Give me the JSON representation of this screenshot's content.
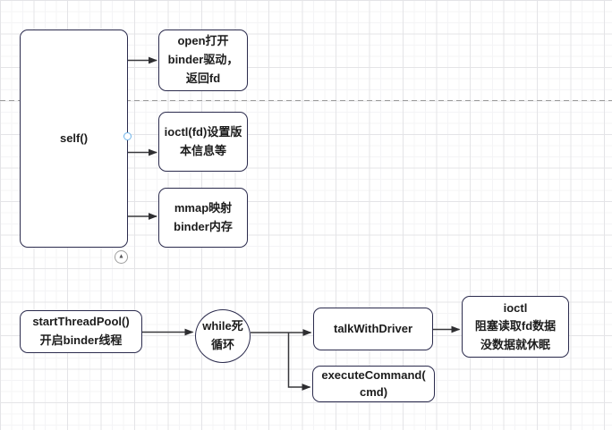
{
  "canvas": {
    "kind": "flowchart-editor-canvas",
    "background": "#ffffff",
    "grid_minor_color": "#f4f4f6",
    "grid_major_color": "#e4e4e7",
    "page_break_color": "#9b9b9b"
  },
  "colors": {
    "node_border": "#2b2b4d",
    "node_fill": "#ffffff",
    "node_text": "#1c1c1c",
    "connector": "#38383c",
    "connection_point_accent": "#6fb4ea",
    "collapse_button_border": "#9e9e9e"
  },
  "icons": {
    "collapse_up": "▲"
  },
  "nodes": {
    "self": {
      "label": "self()",
      "shape": "rounded-rect"
    },
    "open": {
      "label": "open打开\nbinder驱动，\n返回fd",
      "shape": "rounded-rect"
    },
    "ioctl_version": {
      "label": "ioctl(fd)设置版\n本信息等",
      "shape": "rounded-rect"
    },
    "mmap": {
      "label": "mmap映射\nbinder内存",
      "shape": "rounded-rect"
    },
    "start_thread_pool": {
      "label": "startThreadPool()\n开启binder线程",
      "shape": "rounded-rect"
    },
    "while_loop": {
      "label": "while死\n循环",
      "shape": "circle"
    },
    "talk_with_driver": {
      "label": "talkWithDriver",
      "shape": "rounded-rect"
    },
    "execute_command": {
      "label": "executeCommand(\ncmd)",
      "shape": "rounded-rect"
    },
    "ioctl_block": {
      "label": "ioctl\n阻塞读取fd数据\n没数据就休眠",
      "shape": "rounded-rect"
    }
  },
  "edges": [
    {
      "from": "self",
      "to": "open"
    },
    {
      "from": "self",
      "to": "ioctl_version"
    },
    {
      "from": "self",
      "to": "mmap"
    },
    {
      "from": "start_thread_pool",
      "to": "while_loop"
    },
    {
      "from": "while_loop",
      "to": "talk_with_driver"
    },
    {
      "from": "while_loop",
      "to": "execute_command"
    },
    {
      "from": "talk_with_driver",
      "to": "ioctl_block"
    }
  ]
}
